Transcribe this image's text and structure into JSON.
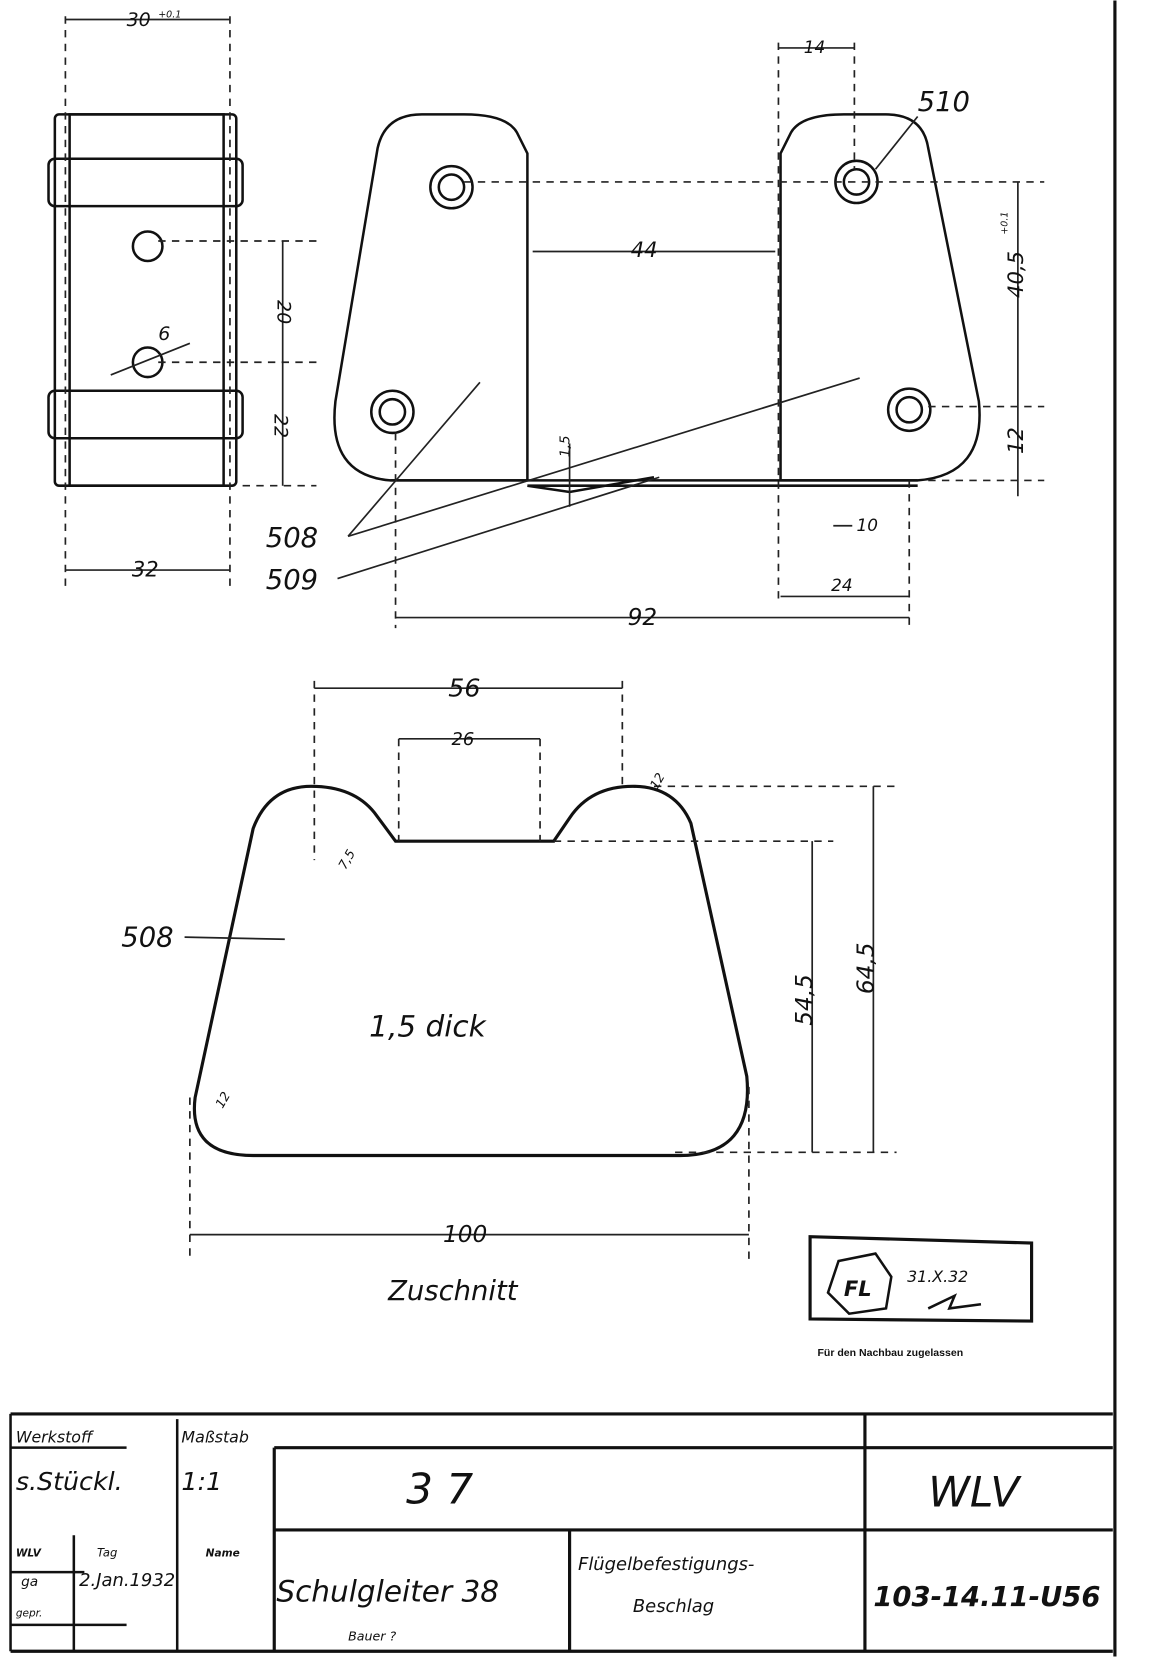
{
  "side_view": {
    "dim_width_top": "30",
    "dim_tolerance_top": "+0.1",
    "dim_width_bottom": "32",
    "dim_hole_spacing": "20",
    "dim_lower": "22",
    "dim_hole_dia": "6"
  },
  "front_view": {
    "dim_top_offset": "14",
    "dim_gap": "44",
    "dim_height": "40,5",
    "dim_height_tol": "+0.1",
    "dim_bottom": "12",
    "dim_thickness": "1,5",
    "dim_small": "10",
    "dim_flange": "24",
    "dim_overall": "92",
    "part_508": "508",
    "part_509": "509",
    "part_510": "510"
  },
  "blank_view": {
    "dim_outer_top": "56",
    "dim_slot": "26",
    "dim_inner_height": "54,5",
    "dim_outer_height": "64,5",
    "dim_width": "100",
    "radius_slot": "7,5",
    "radius_corner_top": "12",
    "radius_corner_bottom": "12",
    "part_label": "508",
    "thickness_note": "1,5 dick",
    "caption": "Zuschnitt"
  },
  "stamp": {
    "logo": "FL",
    "date": "31.X.32",
    "approval_note": "Für den Nachbau zugelassen"
  },
  "title_block": {
    "material_label": "Werkstoff",
    "material_value": "s.Stückl.",
    "scale_label": "Maßstab",
    "scale_value": "1:1",
    "quantity": "3 7",
    "company": "WLV",
    "col_wlv": "WLV",
    "col_day": "Tag",
    "col_name": "Name",
    "row_initials_1": "ga",
    "row_initials_2": "gepr.",
    "date_value": "2.Jan.1932",
    "aircraft": "Schulgleiter 38",
    "aircraft_sub": "Bauer ?",
    "part_name_1": "Flügelbefestigungs-",
    "part_name_2": "Beschlag",
    "drawing_number": "103-14.11-U56"
  }
}
